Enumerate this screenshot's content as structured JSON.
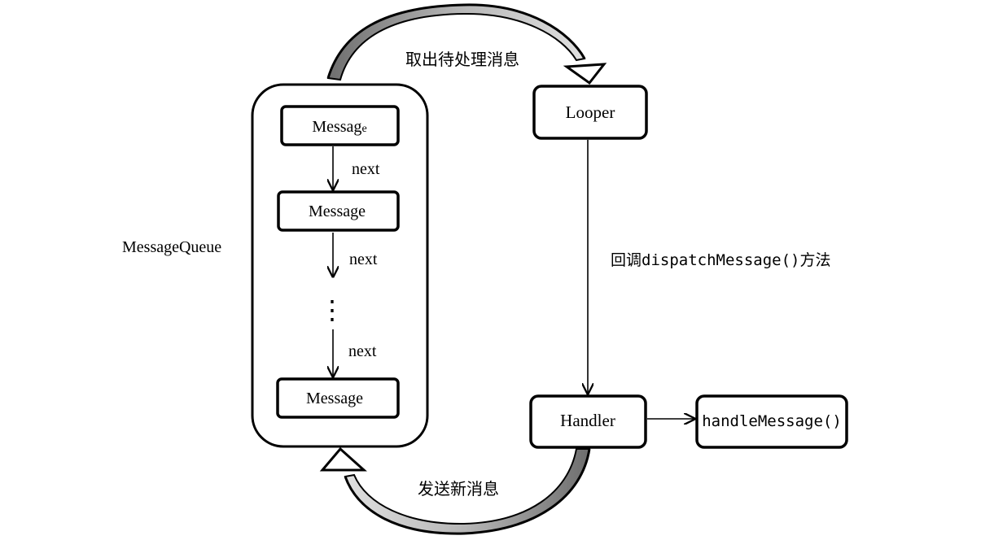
{
  "queue": {
    "label": "MessageQueue",
    "messages": [
      "Messag",
      "Message",
      "Message"
    ],
    "first_message_suffix": "e",
    "next_labels": [
      "next",
      "next",
      "next"
    ],
    "ellipsis": "⋮"
  },
  "looper": {
    "label": "Looper"
  },
  "handler": {
    "label": "Handler"
  },
  "handle_method": {
    "label": "handleMessage()"
  },
  "edges": {
    "take_message": "取出待处理消息",
    "dispatch_prefix": "回调",
    "dispatch_method": "dispatchMessage()",
    "dispatch_suffix": "方法",
    "send_message": "发送新消息"
  },
  "colors": {
    "stroke": "#000000",
    "arrow_shade": "#9a9a9a",
    "background": "#ffffff"
  }
}
